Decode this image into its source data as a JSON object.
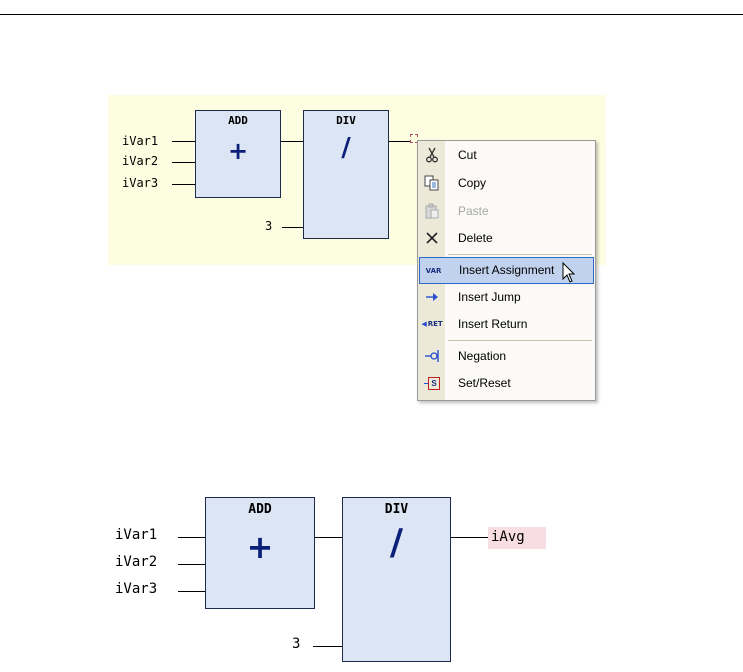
{
  "upper_diagram": {
    "inputs": [
      "iVar1",
      "iVar2",
      "iVar3"
    ],
    "constant": "3",
    "add_block": {
      "title": "ADD",
      "symbol": "+"
    },
    "div_block": {
      "title": "DIV",
      "symbol": "/"
    }
  },
  "context_menu": {
    "items": [
      {
        "label": "Cut",
        "icon": "scissors-icon",
        "enabled": true
      },
      {
        "label": "Copy",
        "icon": "copy-icon",
        "enabled": true
      },
      {
        "label": "Paste",
        "icon": "paste-icon",
        "enabled": false
      },
      {
        "label": "Delete",
        "icon": "delete-x-icon",
        "enabled": true
      },
      {
        "label": "Insert Assignment",
        "icon": "insert-assignment-icon",
        "icon_text": "VAR",
        "enabled": true,
        "highlighted": true
      },
      {
        "label": "Insert Jump",
        "icon": "insert-jump-icon",
        "enabled": true
      },
      {
        "label": "Insert Return",
        "icon": "insert-return-icon",
        "icon_text": "RET",
        "enabled": true
      },
      {
        "label": "Negation",
        "icon": "negation-icon",
        "enabled": true
      },
      {
        "label": "Set/Reset",
        "icon": "set-reset-icon",
        "icon_text": "S",
        "enabled": true
      }
    ]
  },
  "lower_diagram": {
    "inputs": [
      "iVar1",
      "iVar2",
      "iVar3"
    ],
    "constant": "3",
    "add_block": {
      "title": "ADD",
      "symbol": "+"
    },
    "div_block": {
      "title": "DIV",
      "symbol": "/"
    },
    "output": "iAvg"
  },
  "colors": {
    "panel_bg": "#fdfde1",
    "block_fill": "#dbe5f4",
    "operator": "#0b1e78",
    "highlight": "#c1d2ee",
    "output_bg": "#f8dde3"
  }
}
